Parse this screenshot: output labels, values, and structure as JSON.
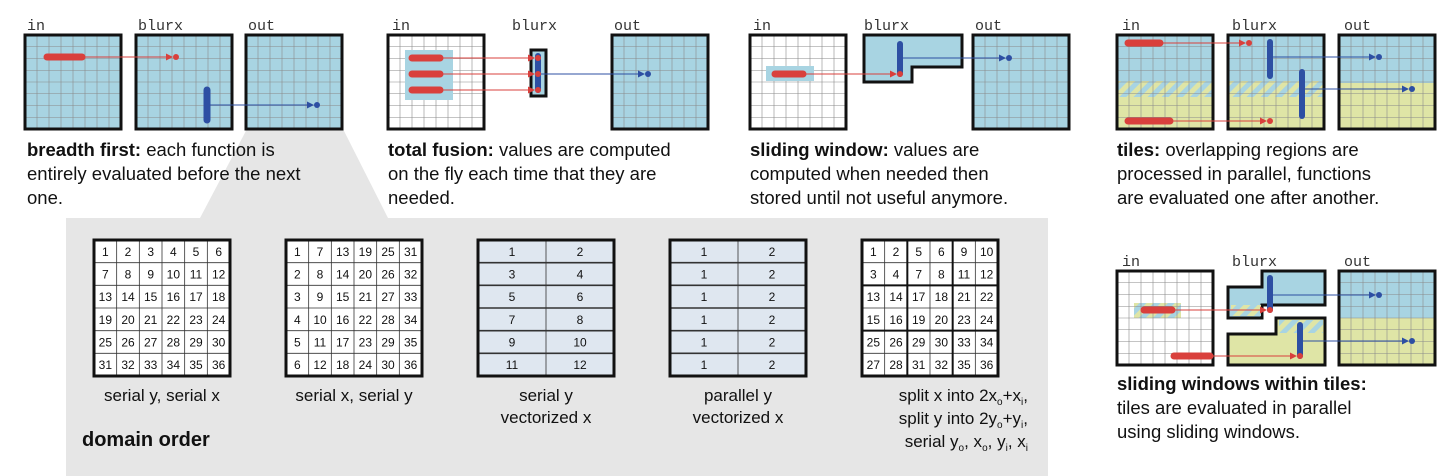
{
  "colors": {
    "blue_fill": "#a8d4e2",
    "yellow_fill": "#dfe5a6",
    "red": "#d9403c",
    "dark_blue": "#2d4fa3",
    "grid_line": "#8a8a8a",
    "panel_bg": "#e6e6e6",
    "cell_blue": "#dfe7f0"
  },
  "labels": {
    "in": "in",
    "blurx": "blurx",
    "out": "out"
  },
  "panels": {
    "breadth_first": {
      "title": "breadth first:",
      "text1": " each function is",
      "text2": "entirely evaluated before the next",
      "text3": "one."
    },
    "total_fusion": {
      "title": "total fusion:",
      "text1": " values are computed",
      "text2": "on the fly each time that they are",
      "text3": "needed."
    },
    "sliding_window": {
      "title": "sliding window:",
      "text1": " values are",
      "text2": "computed when needed then",
      "text3": "stored until not useful anymore."
    },
    "tiles": {
      "title": "tiles:",
      "text1": " overlapping regions are",
      "text2": "processed in parallel, functions",
      "text3": "are evaluated one after another."
    },
    "sliding_tiles": {
      "title": "sliding windows within tiles:",
      "text1": "tiles are evaluated in parallel",
      "text2": "using sliding windows."
    }
  },
  "domain_order": {
    "title": "domain order",
    "grids": [
      {
        "caption1": "serial y, serial x",
        "caption2": "",
        "rows": [
          [
            "1",
            "2",
            "3",
            "4",
            "5",
            "6"
          ],
          [
            "7",
            "8",
            "9",
            "10",
            "11",
            "12"
          ],
          [
            "13",
            "14",
            "15",
            "16",
            "17",
            "18"
          ],
          [
            "19",
            "20",
            "21",
            "22",
            "23",
            "24"
          ],
          [
            "25",
            "26",
            "27",
            "28",
            "29",
            "30"
          ],
          [
            "31",
            "32",
            "33",
            "34",
            "35",
            "36"
          ]
        ]
      },
      {
        "caption1": "serial x, serial y",
        "caption2": "",
        "rows": [
          [
            "1",
            "7",
            "13",
            "19",
            "25",
            "31"
          ],
          [
            "2",
            "8",
            "14",
            "20",
            "26",
            "32"
          ],
          [
            "3",
            "9",
            "15",
            "21",
            "27",
            "33"
          ],
          [
            "4",
            "10",
            "16",
            "22",
            "28",
            "34"
          ],
          [
            "5",
            "11",
            "17",
            "23",
            "29",
            "35"
          ],
          [
            "6",
            "12",
            "18",
            "24",
            "30",
            "36"
          ]
        ]
      },
      {
        "caption1": "serial y",
        "caption2": "vectorized x",
        "rows": [
          [
            "1",
            "2"
          ],
          [
            "3",
            "4"
          ],
          [
            "5",
            "6"
          ],
          [
            "7",
            "8"
          ],
          [
            "9",
            "10"
          ],
          [
            "11",
            "12"
          ]
        ]
      },
      {
        "caption1": "parallel y",
        "caption2": "vectorized x",
        "rows": [
          [
            "1",
            "2"
          ],
          [
            "1",
            "2"
          ],
          [
            "1",
            "2"
          ],
          [
            "1",
            "2"
          ],
          [
            "1",
            "2"
          ],
          [
            "1",
            "2"
          ]
        ]
      },
      {
        "caption1": "",
        "caption2": "",
        "rows": [
          [
            "1",
            "2",
            "5",
            "6",
            "9",
            "10"
          ],
          [
            "3",
            "4",
            "7",
            "8",
            "11",
            "12"
          ],
          [
            "13",
            "14",
            "17",
            "18",
            "21",
            "22"
          ],
          [
            "15",
            "16",
            "19",
            "20",
            "23",
            "24"
          ],
          [
            "25",
            "26",
            "29",
            "30",
            "33",
            "34"
          ],
          [
            "27",
            "28",
            "31",
            "32",
            "35",
            "36"
          ]
        ]
      }
    ],
    "split_caption": {
      "l1a": "split x into 2x",
      "l1s1": "o",
      "l1b": "+x",
      "l1s2": "i",
      "l1c": ",",
      "l2a": "split y into 2y",
      "l2s1": "o",
      "l2b": "+y",
      "l2s2": "i",
      "l2c": ",",
      "l3a": "serial y",
      "l3s1": "o",
      "l3b": ", x",
      "l3s2": "o",
      "l3c": ", y",
      "l3s3": "i",
      "l3d": ", x",
      "l3s4": "i"
    }
  }
}
